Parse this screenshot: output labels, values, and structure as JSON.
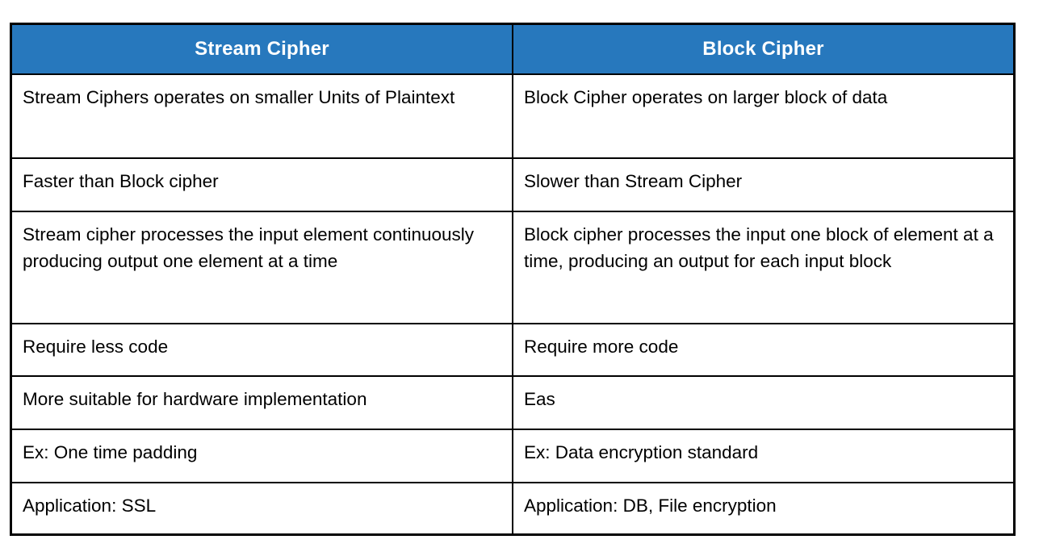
{
  "table": {
    "header": {
      "col1": "Stream Cipher",
      "col2": "Block Cipher",
      "bg_color": "#2778BD",
      "text_color": "#ffffff"
    },
    "border_color": "#000000",
    "rows": [
      {
        "stream": "Stream Ciphers operates on smaller Units of Plaintext",
        "block": "Block Cipher operates on larger block of data"
      },
      {
        "stream": "Faster than Block cipher",
        "block": "Slower than Stream Cipher"
      },
      {
        "stream": "Stream cipher processes the input element continuously producing output one element at a time",
        "block": "Block cipher processes the input one block of element at a time, producing an output for each input block"
      },
      {
        "stream": "Require less code",
        "block": "Require more code"
      },
      {
        "stream": "More suitable for hardware implementation",
        "block": "Eas"
      },
      {
        "stream": "Ex: One time padding",
        "block": "Ex: Data encryption standard"
      },
      {
        "stream": "Application: SSL",
        "block": "Application: DB, File encryption"
      }
    ]
  }
}
